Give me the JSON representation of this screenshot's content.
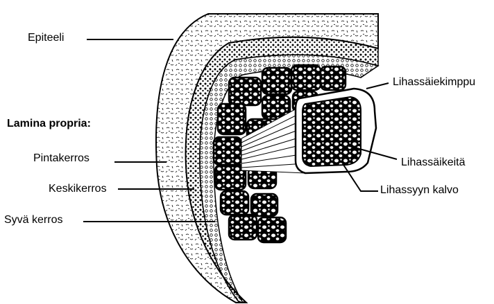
{
  "labels": {
    "epiteeli": "Epiteeli",
    "lamina_propria": "Lamina propria:",
    "pintakerros": "Pintakerros",
    "keskikerros": "Keskikerros",
    "syva_kerros": "Syvä kerros",
    "lihassaiekimppu": "Lihassäiekimppu",
    "lihassaikeita": "Lihassäikeitä",
    "lihassyyn_kalvo": "Lihassyyn kalvo"
  }
}
